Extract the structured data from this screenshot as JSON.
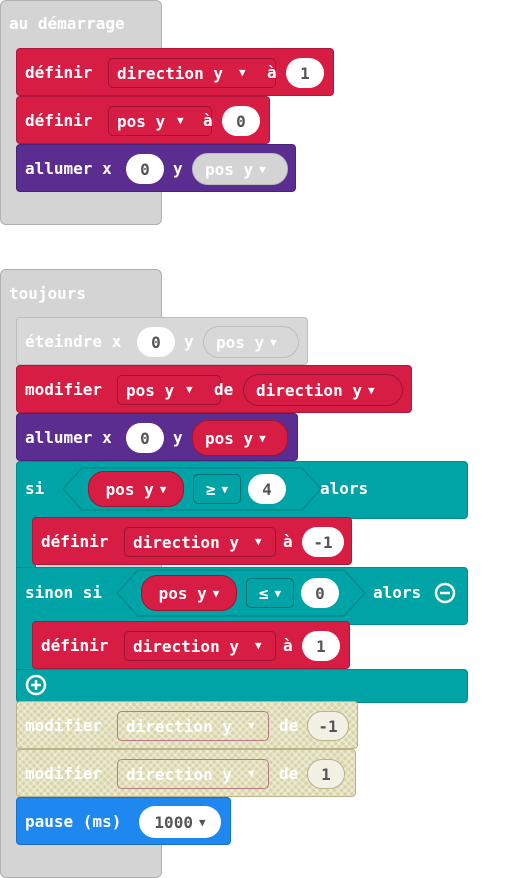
{
  "on_start": {
    "hat_label": "au démarrage",
    "set1": {
      "keyword": "définir",
      "variable": "direction y",
      "to": "à",
      "value": "1"
    },
    "set2": {
      "keyword": "définir",
      "variable": "pos y",
      "to": "à",
      "value": "0"
    },
    "plot": {
      "keyword": "allumer x",
      "x": "0",
      "y_label": "y",
      "y_value": "pos y"
    }
  },
  "forever": {
    "hat_label": "toujours",
    "unplot": {
      "keyword": "éteindre x",
      "x": "0",
      "y_label": "y",
      "y_value": "pos y"
    },
    "change": {
      "keyword": "modifier",
      "variable": "pos y",
      "by": "de",
      "value": "direction y"
    },
    "plot": {
      "keyword": "allumer x",
      "x": "0",
      "y_label": "y",
      "y_value": "pos y"
    },
    "if_block": {
      "if_label": "si",
      "cond1": {
        "left": "pos y",
        "op": "≥",
        "right": "4"
      },
      "then_label": "alors",
      "set_a": {
        "keyword": "définir",
        "variable": "direction y",
        "to": "à",
        "value": "-1"
      },
      "elseif_label": "sinon si",
      "cond2": {
        "left": "pos y",
        "op": "≤",
        "right": "0"
      },
      "then2_label": "alors",
      "set_b": {
        "keyword": "définir",
        "variable": "direction y",
        "to": "à",
        "value": "1"
      }
    },
    "change_dis1": {
      "keyword": "modifier",
      "variable": "direction y",
      "by": "de",
      "value": "-1"
    },
    "change_dis2": {
      "keyword": "modifier",
      "variable": "direction y",
      "by": "de",
      "value": "1"
    },
    "pause": {
      "keyword": "pause (ms)",
      "value": "1000"
    }
  },
  "colors": {
    "variables": "#d81d44",
    "led": "#5c2d91",
    "logic": "#00a4a6",
    "basic": "#1f88f0",
    "event": "#d4d4d4"
  }
}
